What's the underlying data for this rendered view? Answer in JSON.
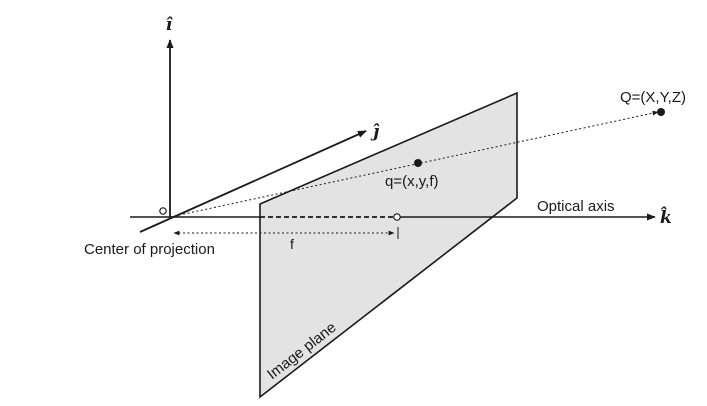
{
  "axes": {
    "i_label": "î",
    "j_label": "ĵ",
    "k_label": "k̂"
  },
  "labels": {
    "center_of_projection": "Center of projection",
    "optical_axis": "Optical axis",
    "image_plane": "Image plane",
    "focal_length": "f",
    "point_q": "q=(x,y,f)",
    "point_Q": "Q=(X,Y,Z)"
  },
  "colors": {
    "plane_fill": "#e3e3e3",
    "ink": "#1a1a1a"
  }
}
